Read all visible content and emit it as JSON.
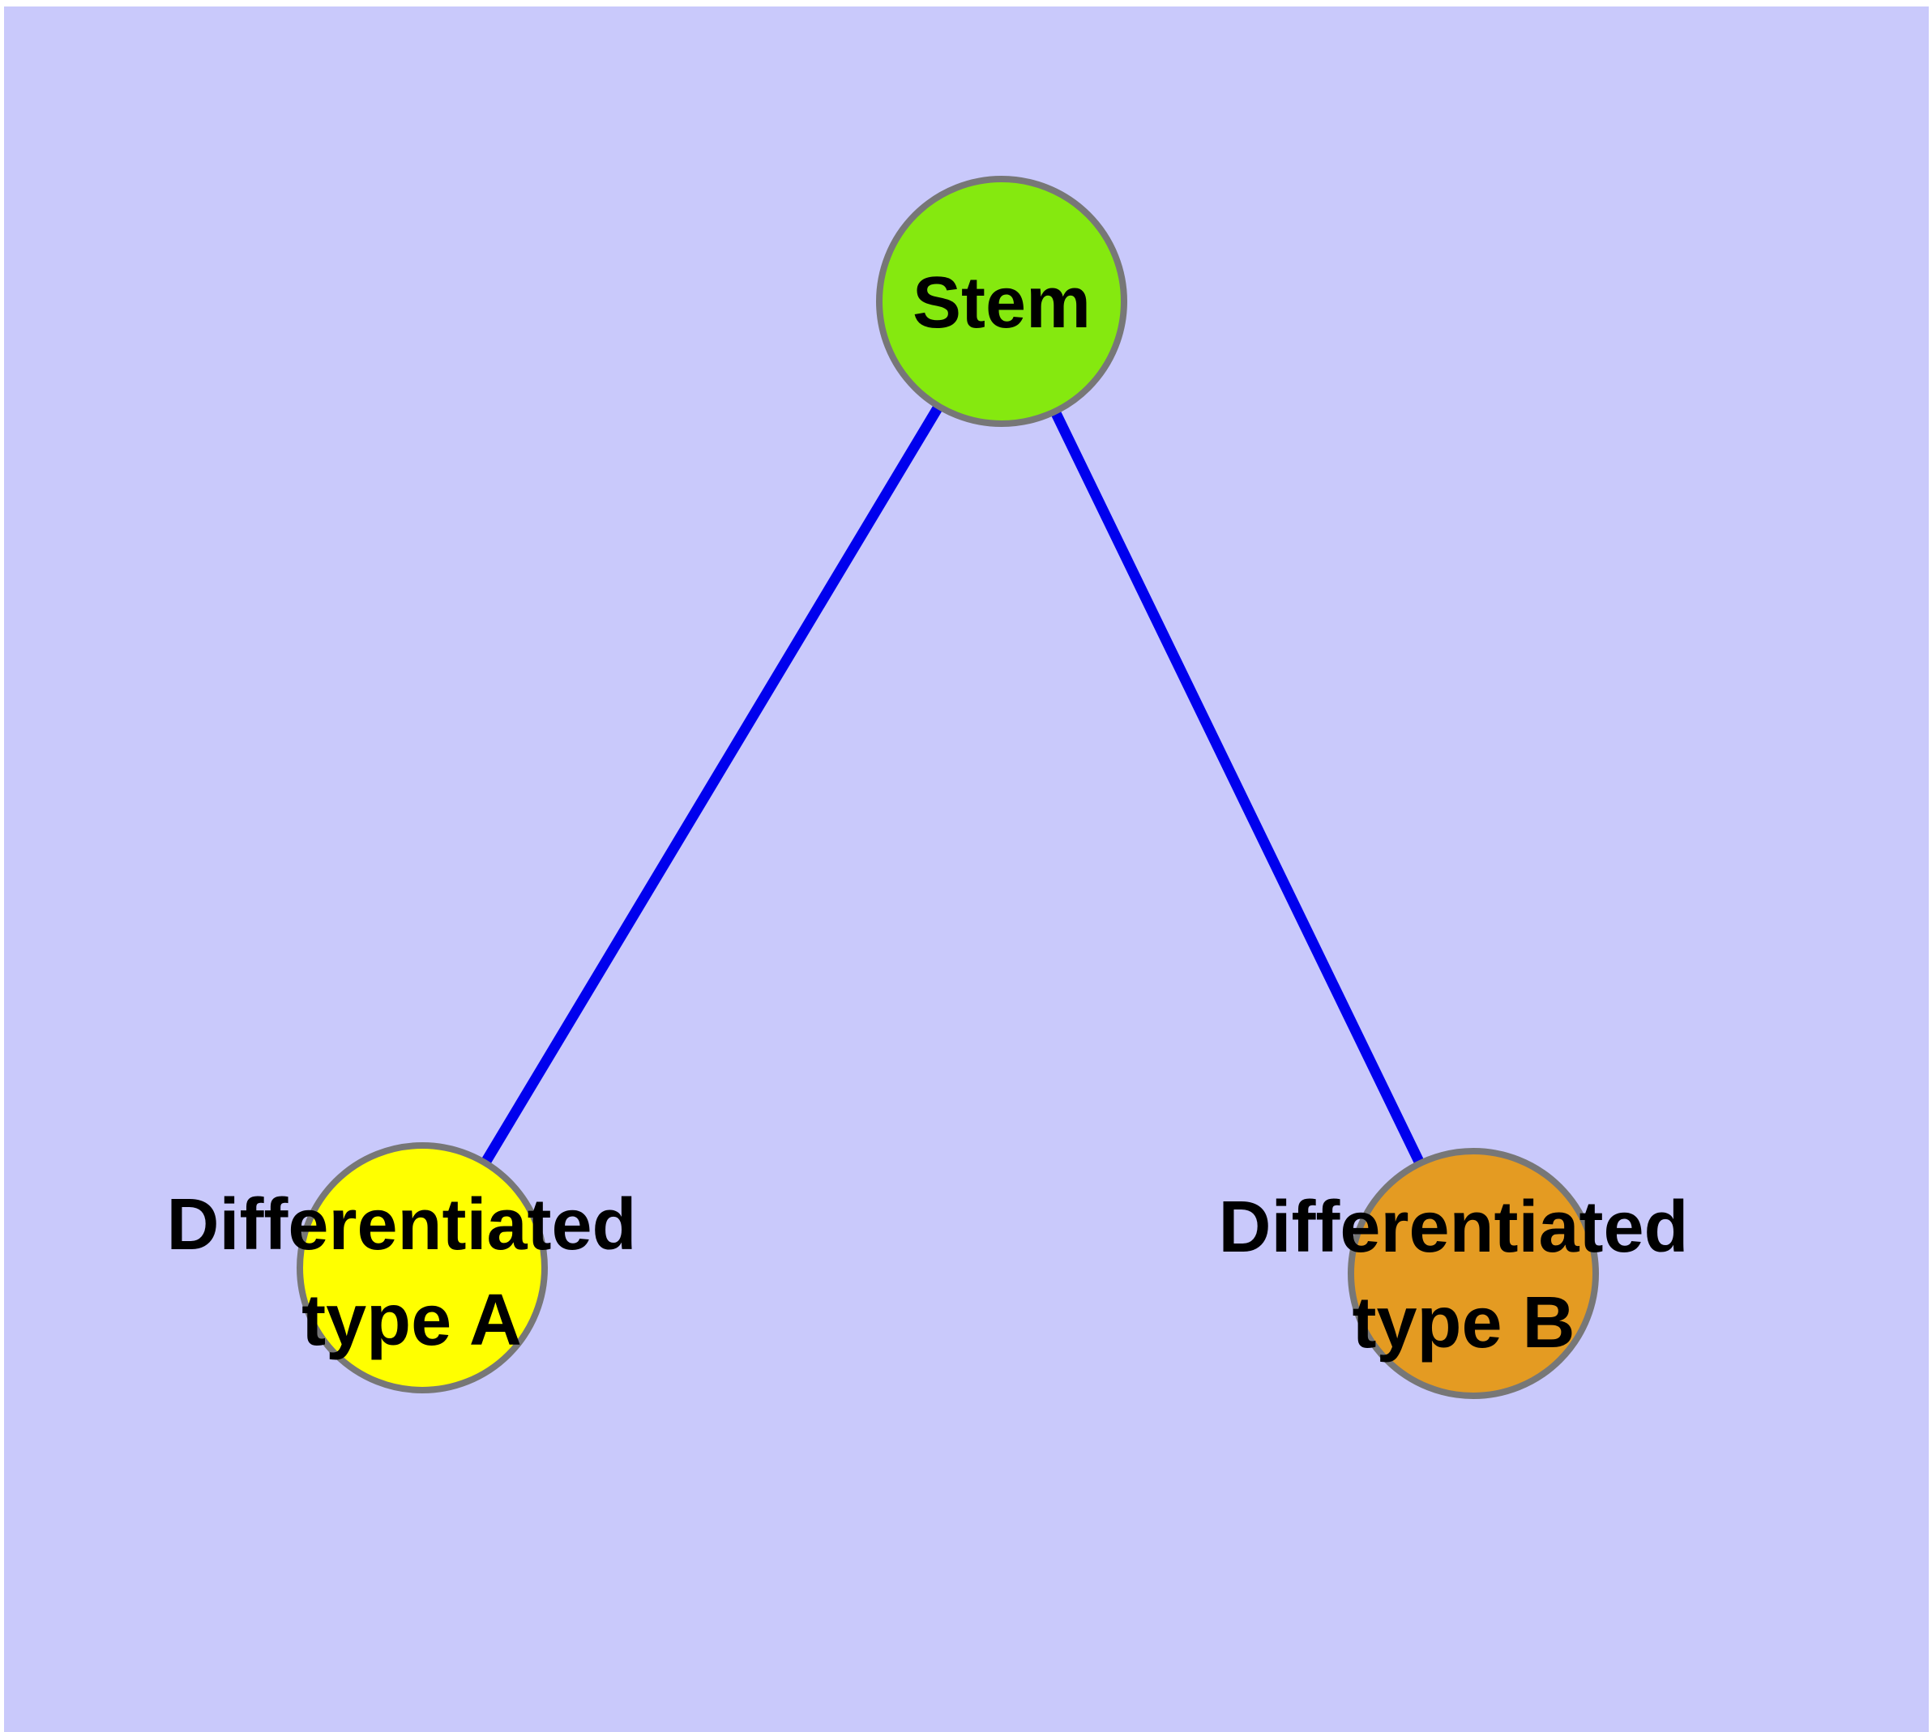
{
  "diagram": {
    "type": "undirected-node-link-graph",
    "background_color": "#C9C9FB",
    "frame_color": "#FFFFFF",
    "edge_color": "#0000EE",
    "node_border_color": "#777777",
    "label_color": "#000000",
    "nodes": [
      {
        "id": "stem",
        "label": "Stem",
        "fill": "#85E90F"
      },
      {
        "id": "differentiated-a",
        "label_line1": "Differentiated",
        "label_line2": "type A",
        "fill": "#FFFF00"
      },
      {
        "id": "differentiated-b",
        "label_line1": "Differentiated",
        "label_line2": "type B",
        "fill": "#E49B22"
      }
    ],
    "edges": [
      {
        "from": "Stem",
        "to": "Differentiated type A"
      },
      {
        "from": "Stem",
        "to": "Differentiated type B"
      }
    ]
  }
}
